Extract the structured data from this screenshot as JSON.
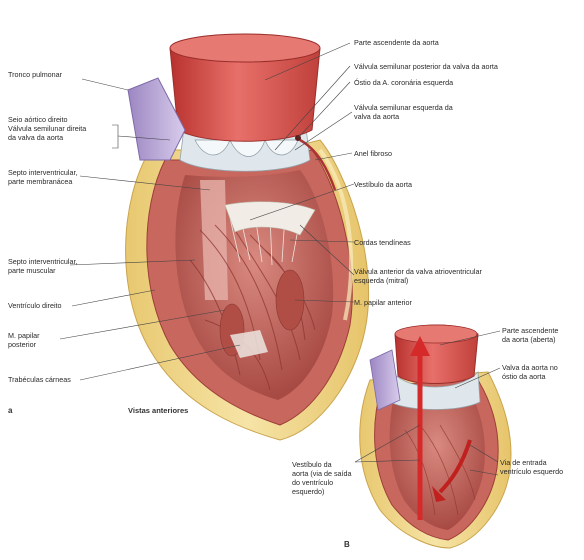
{
  "figure": {
    "caption": "Vistas anteriores",
    "panel_a": "a",
    "panel_b": "B"
  },
  "labels_a_left": {
    "tronco_pulmonar": "Tronco pulmonar",
    "seio_aortico": "Seio aórtico direito",
    "valvula_semilunar_direita_1": "Válvula semilunar direita",
    "valvula_semilunar_direita_2": "da valva da aorta",
    "septo_membranaceo_1": "Septo interventricular,",
    "septo_membranaceo_2": "parte membranácea",
    "septo_muscular_1": "Septo interventricular,",
    "septo_muscular_2": "parte muscular",
    "ventriculo_direito": "Ventrículo direito",
    "m_papilar_posterior_1": "M. papilar",
    "m_papilar_posterior_2": "posterior",
    "trabeculas": "Trabéculas cárneas"
  },
  "labels_a_right": {
    "parte_ascendente": "Parte ascendente da aorta",
    "valvula_posterior": "Válvula semilunar posterior da valva da aorta",
    "ostio_coronaria": "Óstio da A. coronária esquerda",
    "valvula_esquerda_1": "Válvula semilunar esquerda da",
    "valvula_esquerda_2": "valva da aorta",
    "anel_fibroso": "Anel fibroso",
    "vestibulo_aorta": "Vestíbulo da aorta",
    "cordas_tendineas": "Cordas tendíneas",
    "valvula_anterior_1": "Válvula anterior da valva atrioventricular",
    "valvula_anterior_2": "esquerda (mitral)",
    "m_papilar_anterior": "M. papilar anterior"
  },
  "labels_b": {
    "parte_ascendente_aberta_1": "Parte ascendente",
    "parte_ascendente_aberta_2": "da aorta (aberta)",
    "valva_aorta_ostio_1": "Valva da aorta no",
    "valva_aorta_ostio_2": "óstio da aorta",
    "vestibulo_1": "Vestíbulo da",
    "vestibulo_2": "aorta (via de saída",
    "vestibulo_3": "do ventrículo",
    "vestibulo_4": "esquerdo)",
    "via_entrada_1": "Via de entrada",
    "via_entrada_2": "ventrículo esquerdo"
  },
  "colors": {
    "aorta": "#d9534f",
    "myocardium": "#c9645a",
    "fat": "#f0d98a",
    "pulmonary": "#b9a6d6",
    "valve": "#e8eef2",
    "arrow": "#d62a2a",
    "leader": "#444444"
  }
}
